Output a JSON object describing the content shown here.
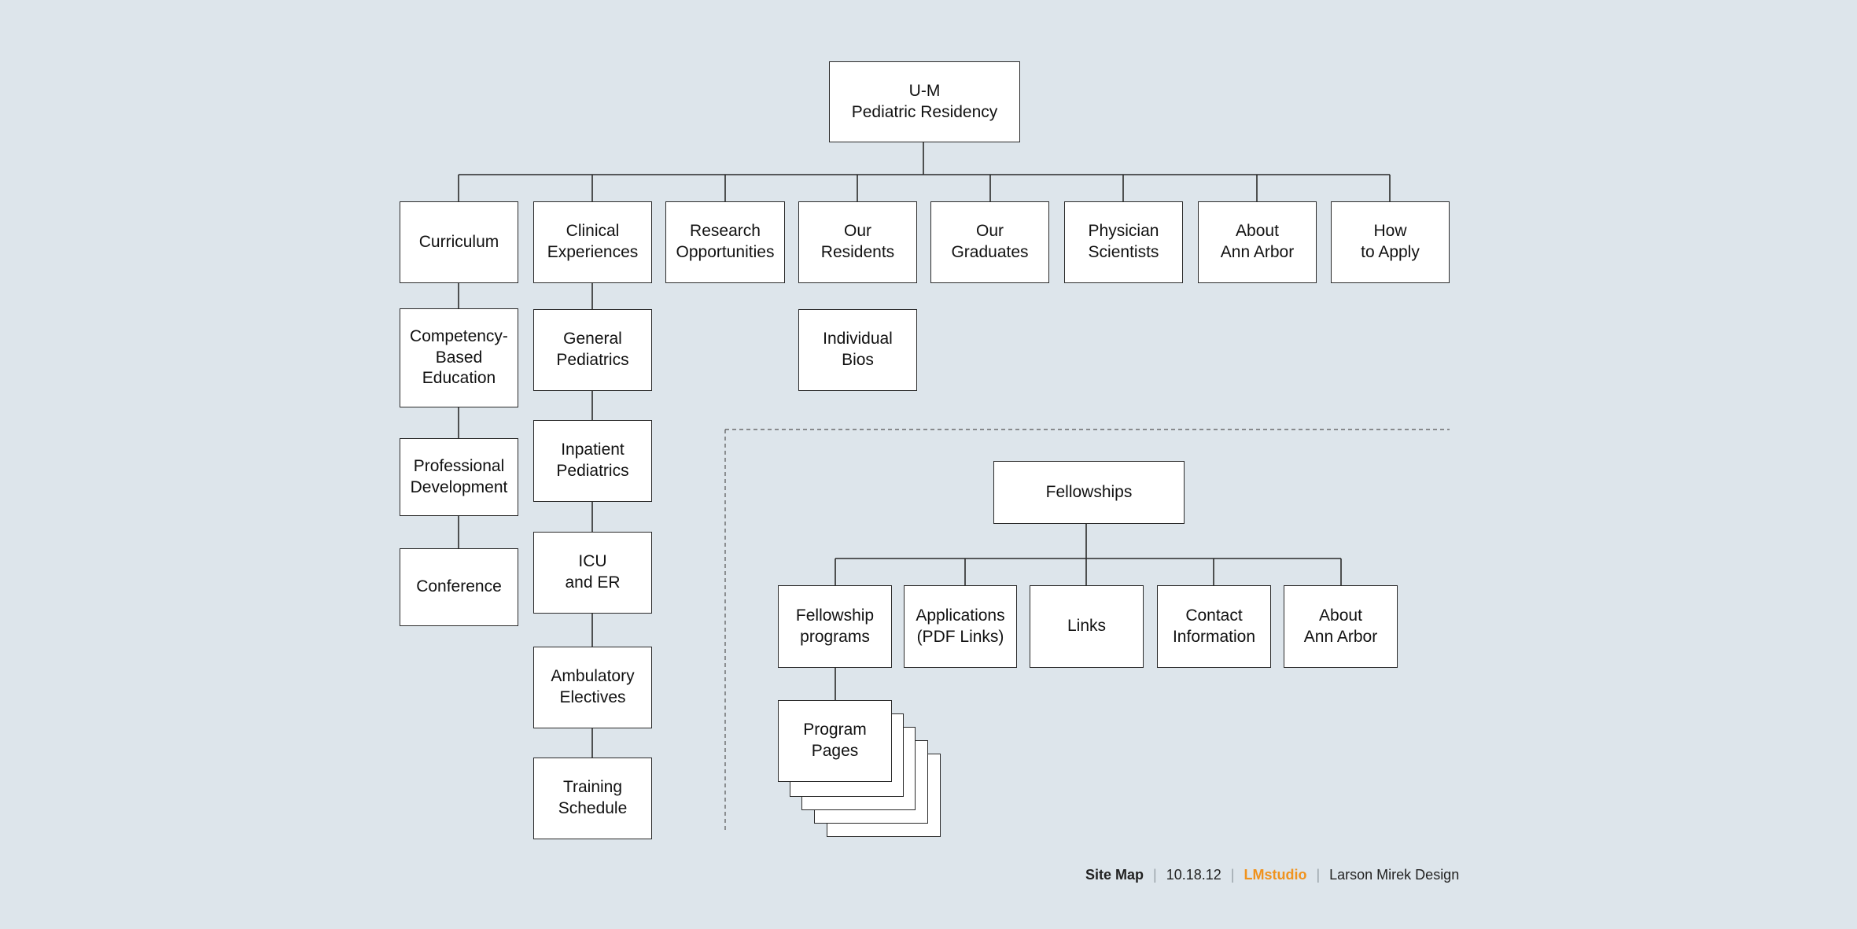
{
  "root": "U-M\nPediatric Residency",
  "sections": {
    "curriculum": "Curriculum",
    "clinical": "Clinical\nExperiences",
    "research": "Research\nOpportunities",
    "residents": "Our\nResidents",
    "graduates": "Our\nGraduates",
    "physician": "Physician\nScientists",
    "about": "About\nAnn Arbor",
    "apply": "How\nto Apply"
  },
  "curriculum_children": {
    "competency": "Competency-\nBased\nEducation",
    "professional": "Professional\nDevelopment",
    "conference": "Conference"
  },
  "clinical_children": {
    "general": "General\nPediatrics",
    "inpatient": "Inpatient\nPediatrics",
    "icu": "ICU\nand ER",
    "ambulatory": "Ambulatory\nElectives",
    "training": "Training\nSchedule"
  },
  "residents_children": {
    "bios": "Individual\nBios"
  },
  "fellowships": {
    "root": "Fellowships",
    "programs": "Fellowship\nprograms",
    "applications": "Applications\n(PDF Links)",
    "links": "Links",
    "contact": "Contact\nInformation",
    "about": "About\nAnn Arbor",
    "program_pages": "Program\nPages"
  },
  "footer": {
    "title": "Site Map",
    "date": "10.18.12",
    "studio": "LMstudio",
    "company": "Larson Mirek Design"
  }
}
